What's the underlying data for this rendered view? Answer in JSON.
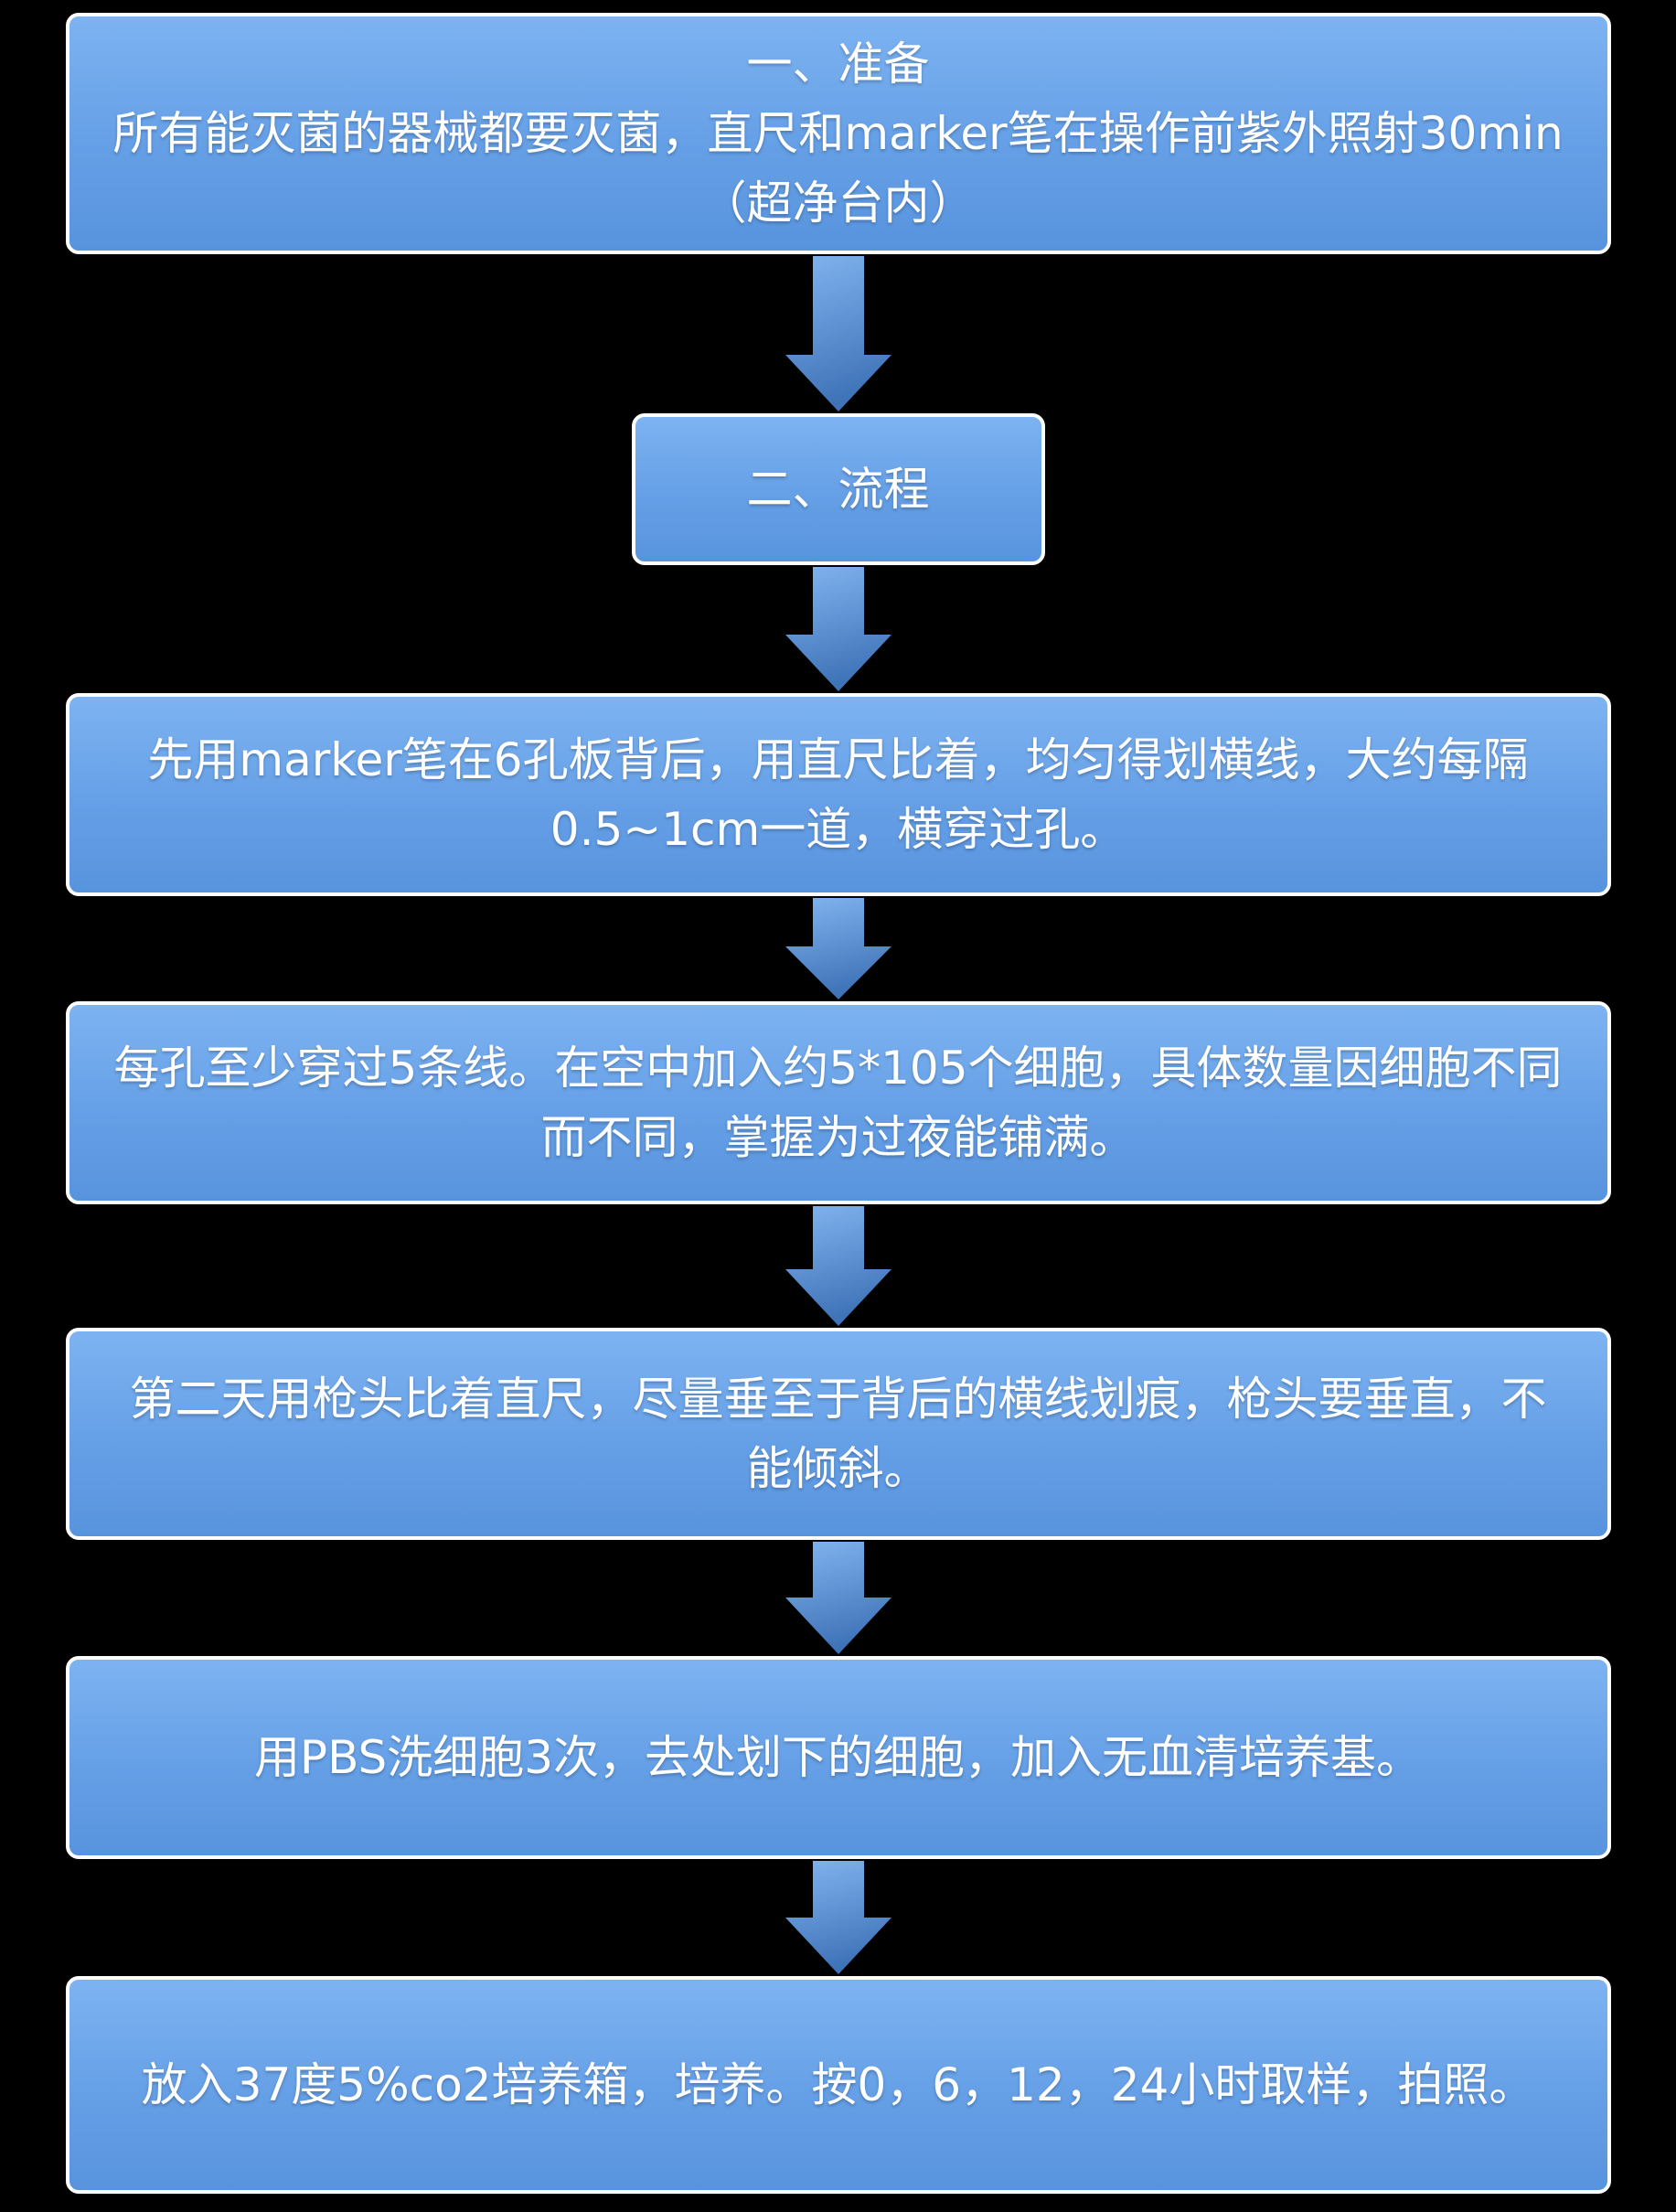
{
  "flowchart": {
    "steps": {
      "prepare": {
        "title": "一、准备",
        "body": "所有能灭菌的器械都要灭菌，直尺和marker笔在操作前紫外照射30min（超净台内）"
      },
      "process": {
        "title": "二、流程"
      },
      "step_draw_lines": {
        "body": "先用marker笔在6孔板背后，用直尺比着，均匀得划横线，大约每隔0.5~1cm一道，横穿过孔。"
      },
      "step_seed_cells": {
        "body": "每孔至少穿过5条线。在空中加入约5*105个细胞，具体数量因细胞不同而不同，掌握为过夜能铺满。"
      },
      "step_scratch": {
        "body": "第二天用枪头比着直尺，尽量垂至于背后的横线划痕，枪头要垂直，不能倾斜。"
      },
      "step_wash": {
        "body": "用PBS洗细胞3次，去处划下的细胞，加入无血清培养基。"
      },
      "step_incubate": {
        "body": "放入37度5%co2培养箱，培养。按0，6，12，24小时取样，拍照。"
      }
    },
    "colors": {
      "background": "#000000",
      "box_gradient_top": "#7DB3F2",
      "box_gradient_bottom": "#5894DE",
      "box_border": "#FFFFFF",
      "arrow_gradient_top": "#82B5F0",
      "arrow_gradient_bottom": "#3F73B8",
      "text": "#FFFFFF"
    }
  }
}
